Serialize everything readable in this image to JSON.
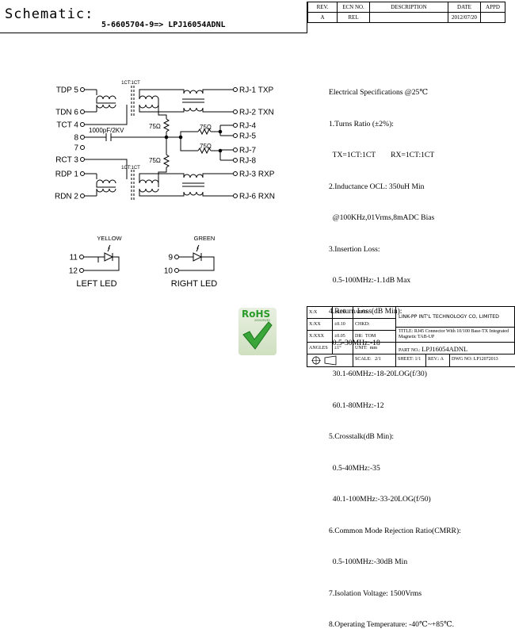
{
  "header": {
    "title": "Schematic:",
    "part_line": "5-6605704-9=>  LPJ16054ADNL"
  },
  "revision_table": {
    "headers": [
      "REV.",
      "ECN NO.",
      "DESCRIPTION",
      "DATE",
      "APPD"
    ],
    "row": [
      "A",
      "REL",
      "",
      "2012/07/20",
      ""
    ]
  },
  "spec": {
    "title": "Electrical Specifications @25℃",
    "lines": [
      "1.Turns Ratio (±2%):",
      "  TX=1CT:1CT        RX=1CT:1CT",
      "2.Inductance OCL: 350uH Min",
      "  @100KHz,01Vrms,8mADC Bias",
      "3.Insertion Loss:",
      "  0.5-100MHz:-1.1dB Max",
      "4.Return Loss(dB Min):",
      "  0.5-30MHz:-18",
      "  30.1-60MHz:-18-20LOG(f/30)",
      "  60.1-80MHz:-12",
      "5.Crosstalk(dB Min):",
      "  0.5-40MHz:-35",
      "  40.1-100MHz:-33-20LOG(f/50)",
      "6.Common Mode Rejection Ratio(CMRR):",
      "  0.5-100MHz:-30dB Min",
      "7.Isolation Voltage: 1500Vrms",
      "8.Operating Temperature: -40℃~+85℃."
    ]
  },
  "schematic": {
    "left_pins": [
      "TDP 5",
      "TDN 6",
      "TCT 4",
      "8",
      "7",
      "RCT 3",
      "RDP 1",
      "RDN 2"
    ],
    "right_pins": [
      "RJ-1 TXP",
      "RJ-2 TXN",
      "RJ-4",
      "RJ-5",
      "RJ-7",
      "RJ-8",
      "RJ-3 RXP",
      "RJ-6 RXN"
    ],
    "ratio_top": "1CT:1CT",
    "ratio_bottom": "1CT:1CT",
    "capacitor": "1000pF/2KV",
    "resistor": "75Ω"
  },
  "leds": {
    "left": {
      "color": "YELLOW",
      "pins": [
        "11",
        "12"
      ],
      "label": "LEFT LED"
    },
    "right": {
      "color": "GREEN",
      "pins": [
        "9",
        "10"
      ],
      "label": "RIGHT LED"
    }
  },
  "rohs": {
    "text": "RoHS",
    "sub": "2002/95/EC"
  },
  "title_block": {
    "tol1": "X:X",
    "tol1v": "±0.20",
    "tol2": "X:XX",
    "tol2v": "±0.10",
    "tol3": "X:XXX",
    "tol3v": "±0.05",
    "tol4": "ANGLES",
    "tol4v": "±1°",
    "appd": "APPD:",
    "chkd": "CHKD:",
    "dr": "DR:",
    "dr_name": "TOM",
    "unit": "UNIT:",
    "unit_v": "mm",
    "company": "LINK-PP INT'L TECHNOLOGY CO, LIMITED",
    "title_label": "TITLE:",
    "title_text": "RJ45 Connector With 10/100 Base-TX Integrated Magnetic TAB-UP",
    "part_label": "PART NO.:",
    "part_no": "LPJ16054ADNL",
    "scale_label": "SCALE:",
    "scale_v": "2/1",
    "sheet_label": "SHEET:",
    "sheet_v": "1/1",
    "rev_label": "REV.:",
    "rev_v": "A",
    "dwg_label": "DWG NO:",
    "dwg_v": "LP12072013"
  }
}
